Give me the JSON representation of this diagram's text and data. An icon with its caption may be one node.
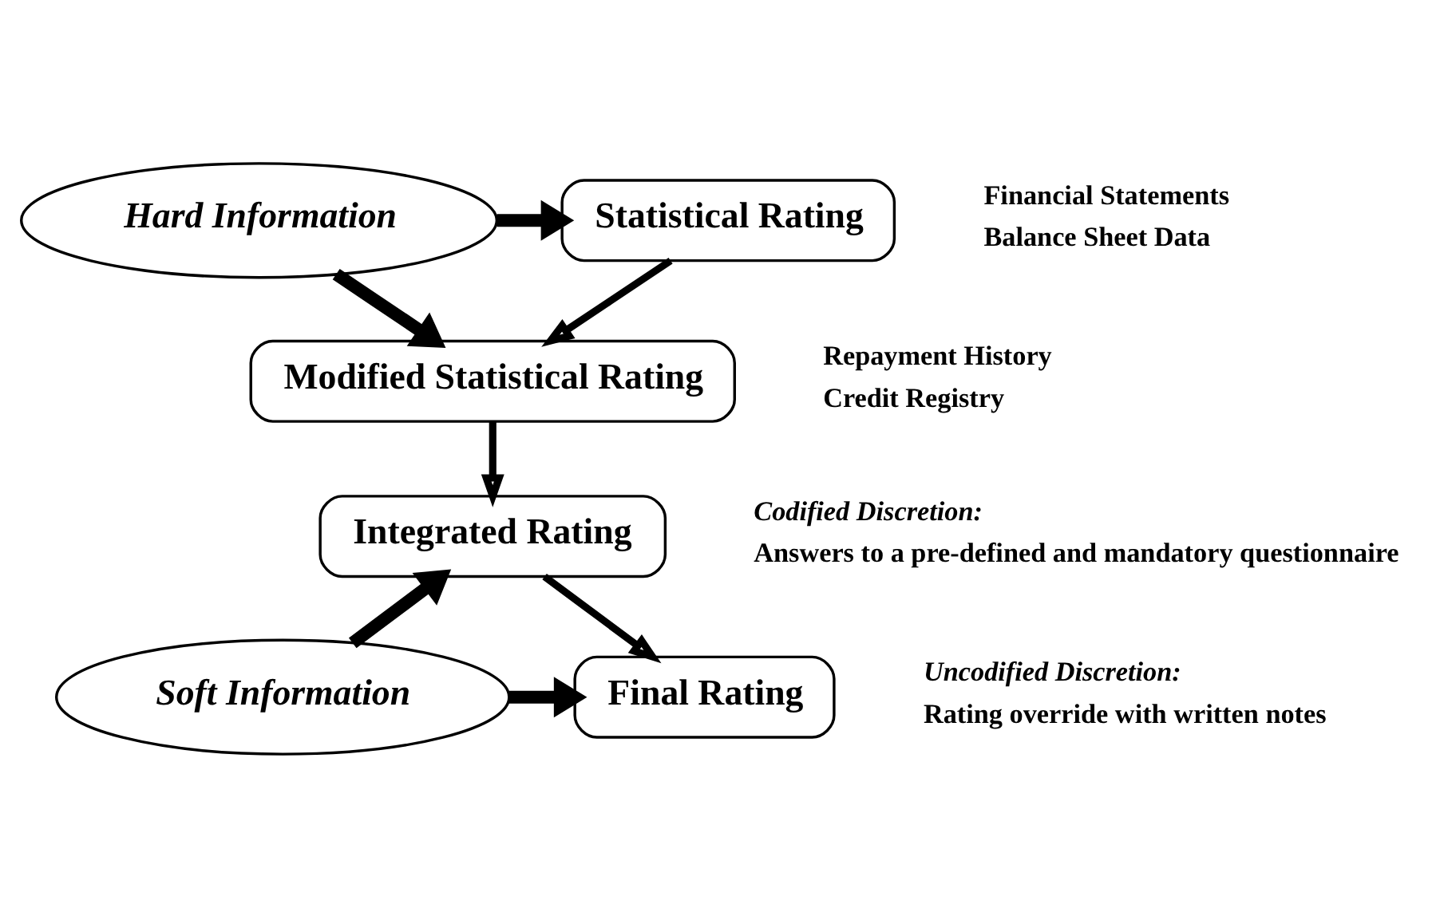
{
  "diagram": {
    "nodes": [
      {
        "text": [
          "Statistical Rating"
        ]
      },
      {
        "text": [
          "Hard Information"
        ]
      },
      {
        "text": [
          "Modified Statistical Rating"
        ]
      },
      {
        "text": [
          "Integrated Rating"
        ]
      },
      {
        "text": [
          "Soft Information"
        ]
      },
      {
        "text": [
          "Final Rating"
        ]
      }
    ],
    "edges": [
      {
        "from": 1,
        "to": 0,
        "arrow": "to"
      },
      {
        "from": 0,
        "to": 2,
        "arrow": "to"
      },
      {
        "from": 1,
        "to": 2,
        "arrow": "to"
      },
      {
        "from": 2,
        "to": 3,
        "arrow": "to"
      },
      {
        "from": 4,
        "to": 3,
        "arrow": "to"
      },
      {
        "from": 3,
        "to": 5,
        "arrow": "to"
      },
      {
        "from": 4,
        "to": 5,
        "arrow": "to"
      }
    ],
    "labels": [
      "Financial Statements",
      "Balance Sheet Data",
      "Repayment History",
      "Credit Registry",
      "Codified Discretion:",
      "Answers to a pre-defined and mandatory questionnaire",
      "Uncodified Discretion:",
      "Rating override with written notes"
    ]
  }
}
